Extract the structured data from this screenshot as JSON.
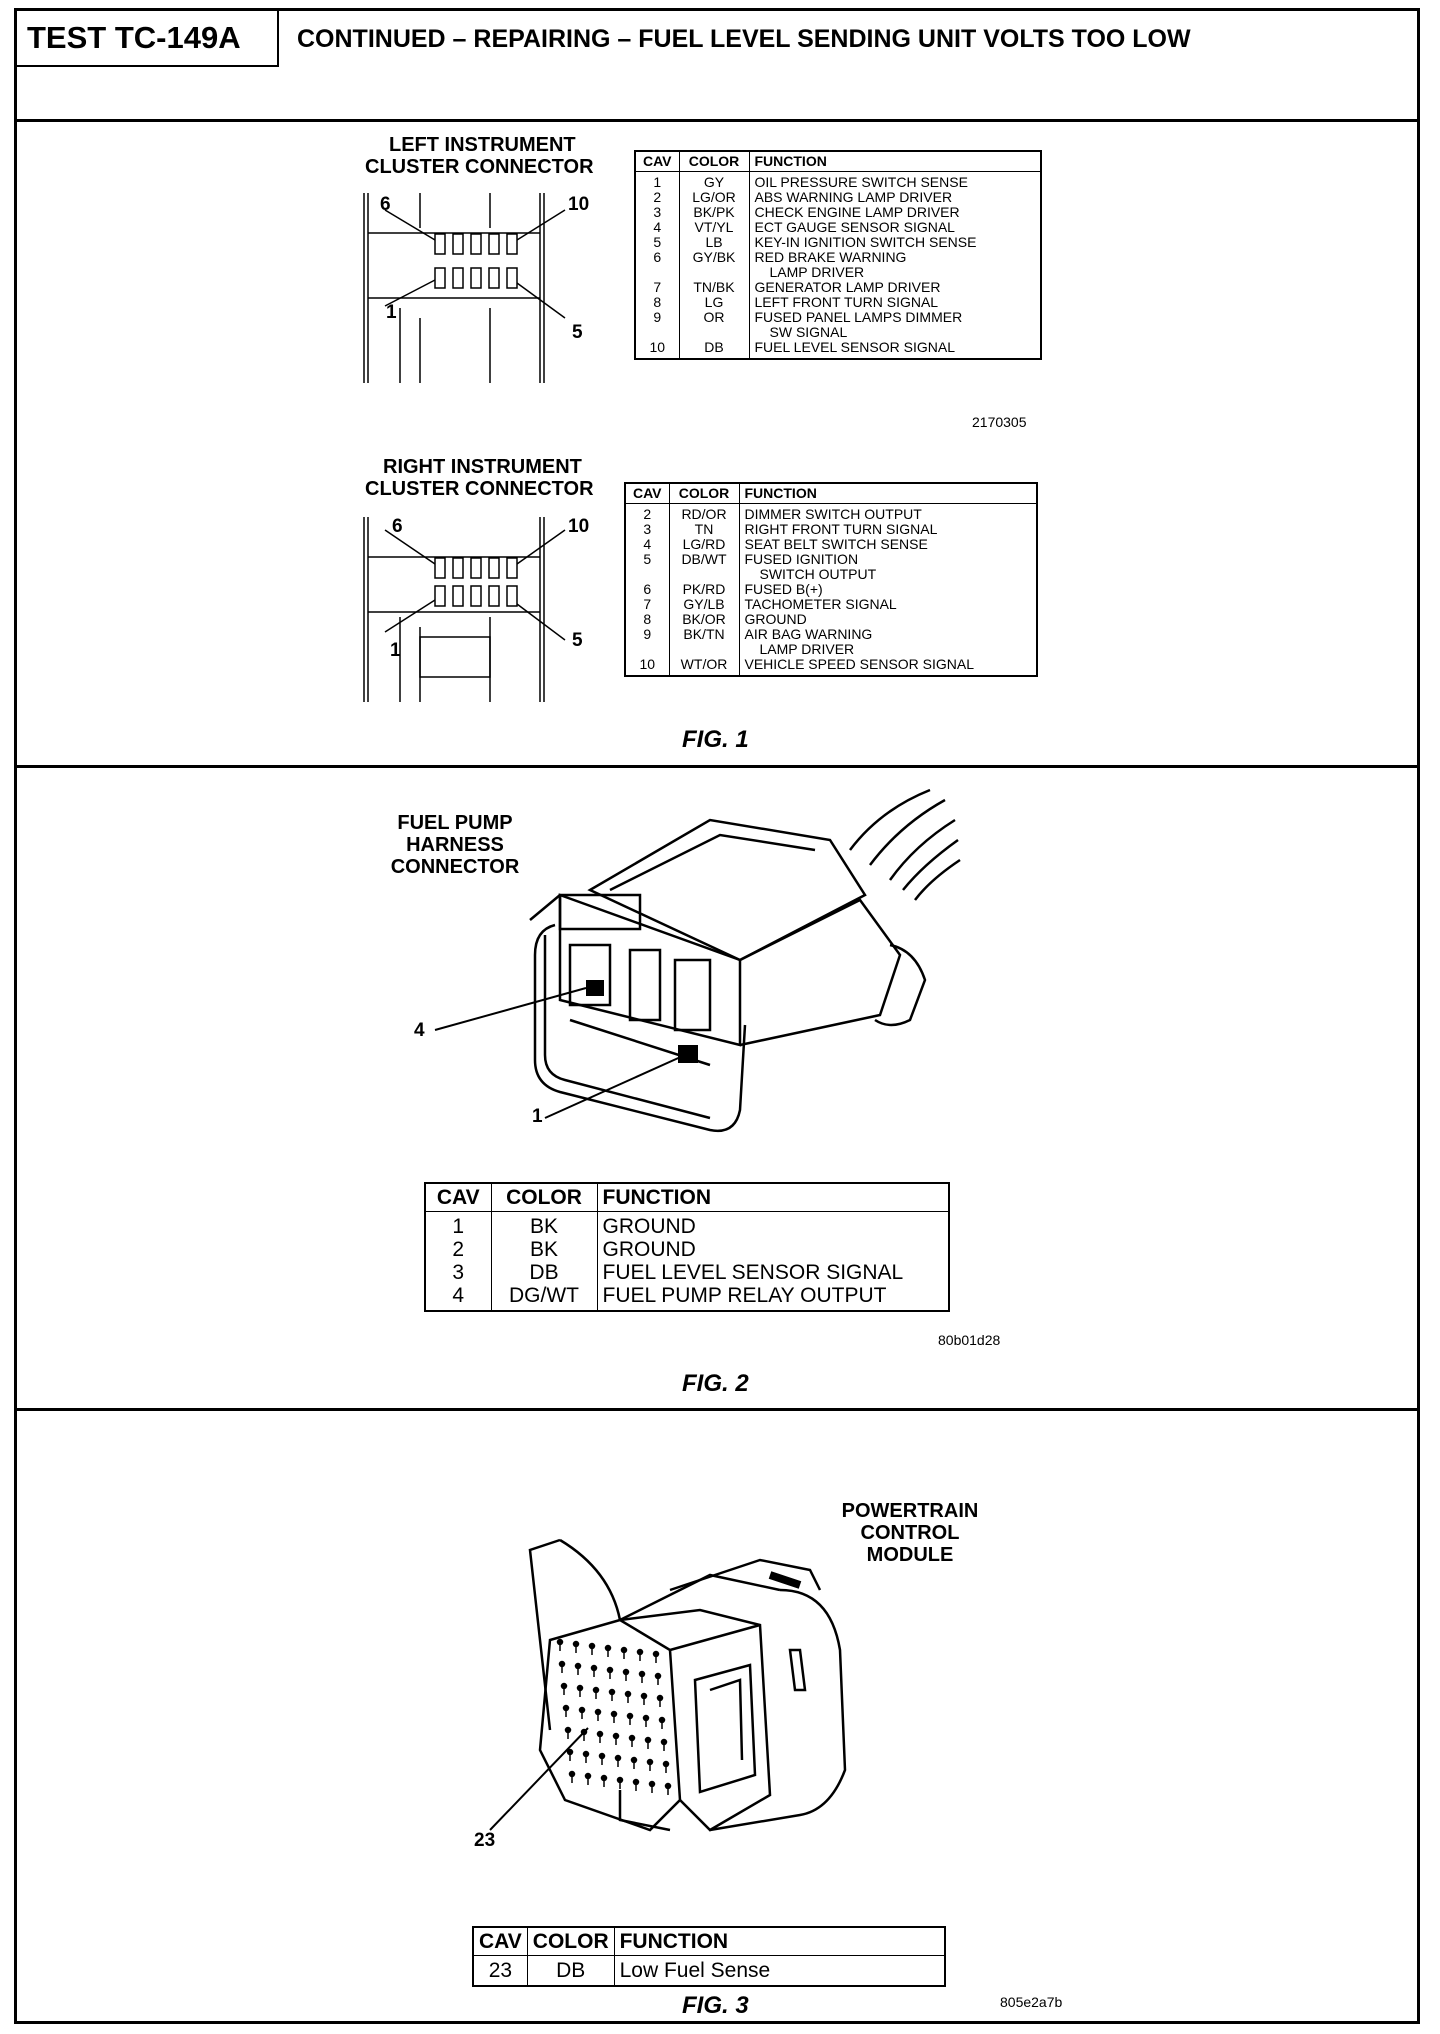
{
  "header": {
    "test_id": "TEST TC-149A",
    "title": "CONTINUED – REPAIRING – FUEL LEVEL SENDING UNIT VOLTS TOO LOW"
  },
  "fig1": {
    "left_label_line1": "LEFT INSTRUMENT",
    "left_label_line2": "CLUSTER CONNECTOR",
    "left_pins": [
      "6",
      "10",
      "1",
      "5"
    ],
    "left_table": {
      "headers": [
        "CAV",
        "COLOR",
        "FUNCTION"
      ],
      "rows": [
        [
          "1",
          "GY",
          "OIL PRESSURE SWITCH SENSE"
        ],
        [
          "2",
          "LG/OR",
          "ABS WARNING LAMP DRIVER"
        ],
        [
          "3",
          "BK/PK",
          "CHECK ENGINE LAMP DRIVER"
        ],
        [
          "4",
          "VT/YL",
          "ECT GAUGE SENSOR SIGNAL"
        ],
        [
          "5",
          "LB",
          "KEY-IN IGNITION SWITCH SENSE"
        ],
        [
          "6",
          "GY/BK",
          "RED BRAKE WARNING"
        ],
        [
          "",
          "",
          "LAMP DRIVER"
        ],
        [
          "7",
          "TN/BK",
          "GENERATOR LAMP DRIVER"
        ],
        [
          "8",
          "LG",
          "LEFT FRONT TURN SIGNAL"
        ],
        [
          "9",
          "OR",
          "FUSED PANEL LAMPS DIMMER"
        ],
        [
          "",
          "",
          "SW SIGNAL"
        ],
        [
          "10",
          "DB",
          "FUEL LEVEL SENSOR SIGNAL"
        ]
      ]
    },
    "left_code": "2170305",
    "right_label_line1": "RIGHT INSTRUMENT",
    "right_label_line2": "CLUSTER CONNECTOR",
    "right_pins": [
      "6",
      "10",
      "1",
      "5"
    ],
    "right_table": {
      "headers": [
        "CAV",
        "COLOR",
        "FUNCTION"
      ],
      "rows": [
        [
          "2",
          "RD/OR",
          "DIMMER SWITCH OUTPUT"
        ],
        [
          "3",
          "TN",
          "RIGHT FRONT TURN SIGNAL"
        ],
        [
          "4",
          "LG/RD",
          "SEAT BELT SWITCH SENSE"
        ],
        [
          "5",
          "DB/WT",
          "FUSED IGNITION"
        ],
        [
          "",
          "",
          "SWITCH OUTPUT"
        ],
        [
          "6",
          "PK/RD",
          "FUSED B(+)"
        ],
        [
          "7",
          "GY/LB",
          "TACHOMETER SIGNAL"
        ],
        [
          "8",
          "BK/OR",
          "GROUND"
        ],
        [
          "9",
          "BK/TN",
          "AIR BAG WARNING"
        ],
        [
          "",
          "",
          "LAMP DRIVER"
        ],
        [
          "10",
          "WT/OR",
          "VEHICLE SPEED SENSOR SIGNAL"
        ]
      ]
    },
    "caption": "FIG. 1"
  },
  "fig2": {
    "label_line1": "FUEL PUMP",
    "label_line2": "HARNESS",
    "label_line3": "CONNECTOR",
    "pin_a": "4",
    "pin_b": "1",
    "table": {
      "headers": [
        "CAV",
        "COLOR",
        "FUNCTION"
      ],
      "rows": [
        [
          "1",
          "BK",
          "GROUND"
        ],
        [
          "2",
          "BK",
          "GROUND"
        ],
        [
          "3",
          "DB",
          "FUEL LEVEL SENSOR SIGNAL"
        ],
        [
          "4",
          "DG/WT",
          "FUEL PUMP RELAY OUTPUT"
        ]
      ]
    },
    "code": "80b01d28",
    "caption": "FIG. 2"
  },
  "fig3": {
    "label_line1": "POWERTRAIN",
    "label_line2": "CONTROL",
    "label_line3": "MODULE",
    "pin": "23",
    "table": {
      "headers": [
        "CAV",
        "COLOR",
        "FUNCTION"
      ],
      "rows": [
        [
          "23",
          "DB",
          "Low Fuel Sense"
        ]
      ]
    },
    "code": "805e2a7b",
    "caption": "FIG. 3"
  }
}
